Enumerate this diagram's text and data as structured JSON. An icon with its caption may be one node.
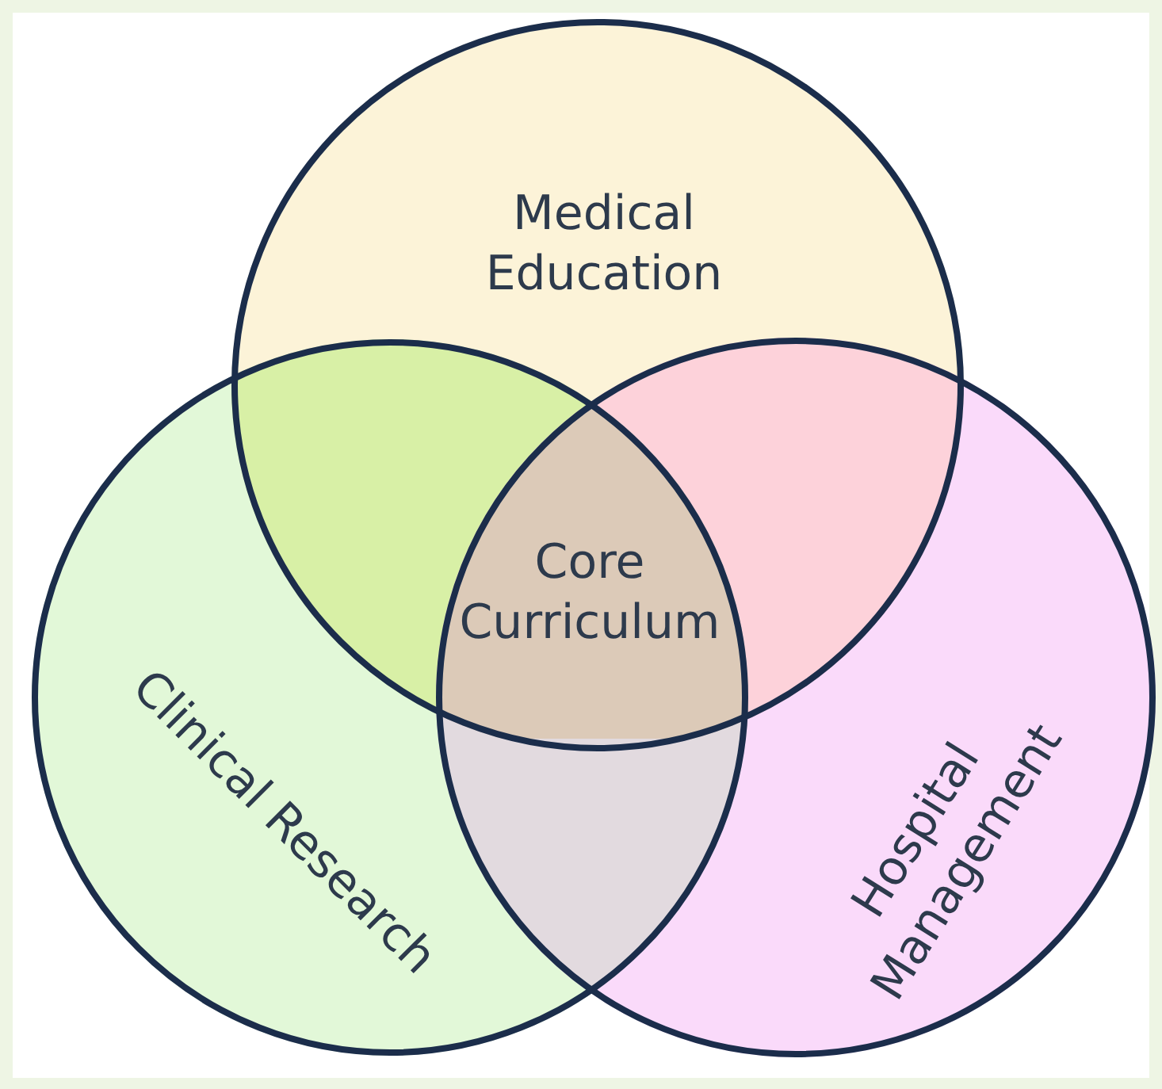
{
  "diagram": {
    "nodes": [
      {
        "text": [
          "Medical Education"
        ]
      },
      {
        "text": [
          "Clinical Research"
        ]
      },
      {
        "text": [
          "Hospital Management"
        ]
      },
      {
        "text": [
          "Core Curriculum"
        ]
      }
    ],
    "edges": []
  }
}
